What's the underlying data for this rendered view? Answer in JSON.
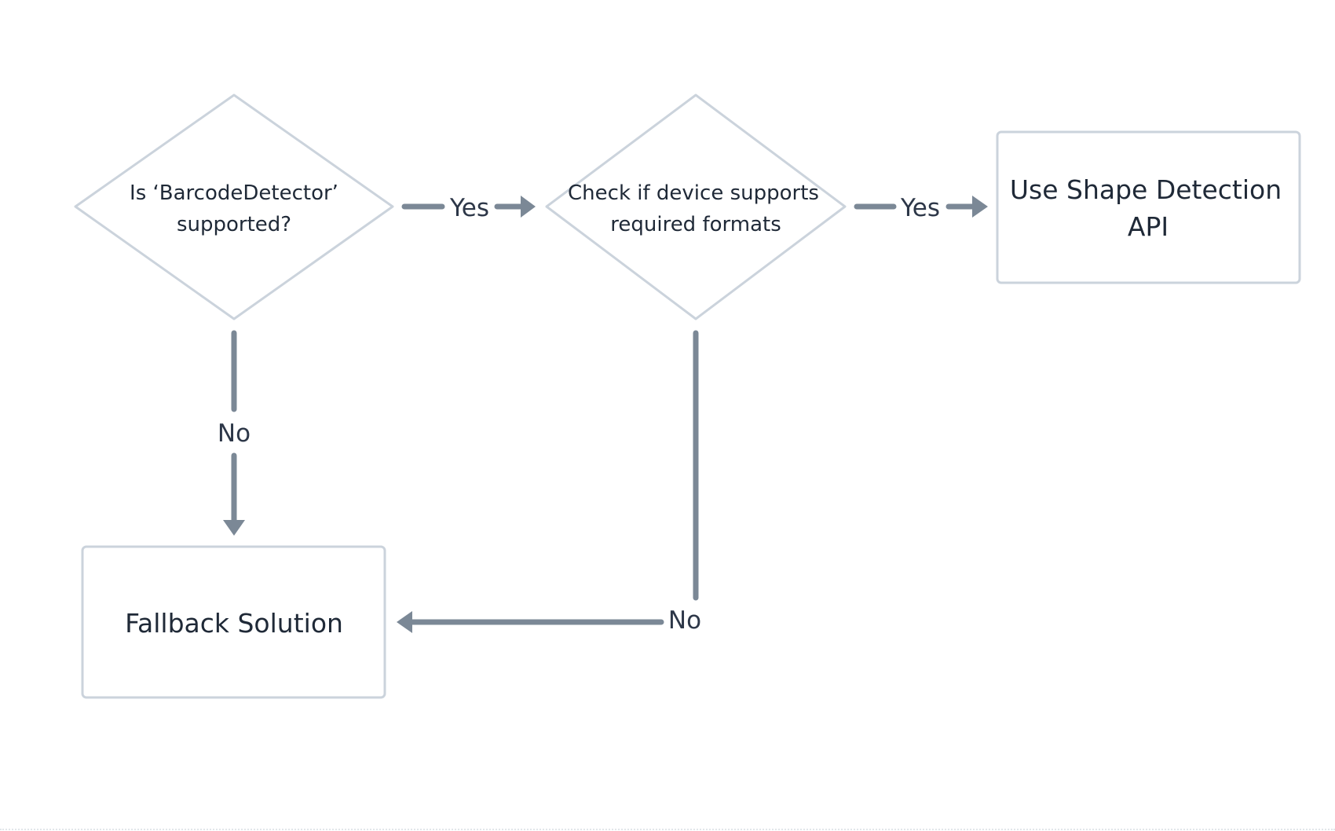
{
  "nodes": {
    "barcode_decision": {
      "line1": "Is ‘BarcodeDetector’",
      "line2": "supported?"
    },
    "formats_decision": {
      "line1": "Check if device supports",
      "line2": "required formats"
    },
    "shape_api": {
      "line1": "Use Shape Detection",
      "line2": "API"
    },
    "fallback": {
      "label": "Fallback Solution"
    }
  },
  "edges": {
    "barcode_yes": "Yes",
    "formats_yes": "Yes",
    "barcode_no": "No",
    "formats_no": "No"
  },
  "colors": {
    "node_border": "#cbd3dc",
    "edge": "#7b8896",
    "text": "#1f2937"
  }
}
